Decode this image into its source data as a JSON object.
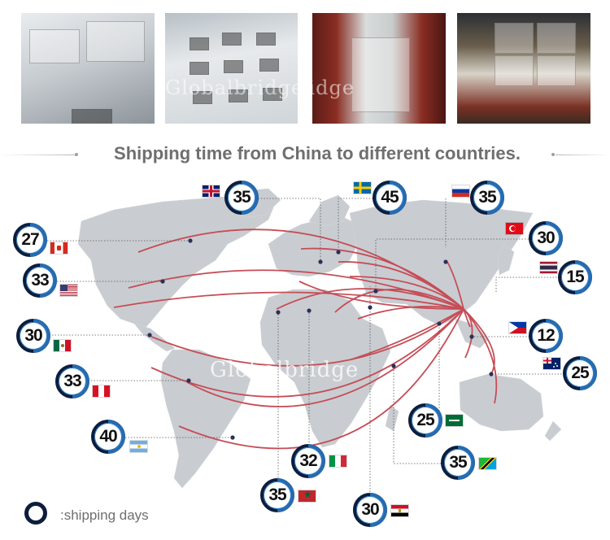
{
  "photos": [
    {
      "name": "packing-photo-1",
      "watermark": ""
    },
    {
      "name": "packing-photo-2",
      "watermark": "Globalbridge"
    },
    {
      "name": "container-photo-1",
      "watermark": "Globalbridge"
    },
    {
      "name": "container-photo-2",
      "watermark": ""
    }
  ],
  "heading": {
    "title": "Shipping time from China to different countries."
  },
  "map": {
    "watermark": "Globalbridge",
    "land_color": "#c9cdd1",
    "route_color": "#c64d57"
  },
  "destinations": [
    {
      "country": "united-kingdom",
      "flag": "flag-uk",
      "days": "35"
    },
    {
      "country": "sweden",
      "flag": "flag-se",
      "days": "45"
    },
    {
      "country": "russia",
      "flag": "flag-ru",
      "days": "35"
    },
    {
      "country": "turkey",
      "flag": "flag-tr",
      "days": "30"
    },
    {
      "country": "thailand",
      "flag": "flag-th",
      "days": "15"
    },
    {
      "country": "canada",
      "flag": "flag-ca",
      "days": "27"
    },
    {
      "country": "united-states",
      "flag": "flag-us",
      "days": "33"
    },
    {
      "country": "mexico",
      "flag": "flag-mx",
      "days": "30"
    },
    {
      "country": "peru",
      "flag": "flag-pe",
      "days": "33"
    },
    {
      "country": "argentina",
      "flag": "flag-ar",
      "days": "40"
    },
    {
      "country": "philippines",
      "flag": "flag-ph",
      "days": "12"
    },
    {
      "country": "australia",
      "flag": "flag-au",
      "days": "25"
    },
    {
      "country": "saudi-arabia",
      "flag": "flag-sa",
      "days": "25"
    },
    {
      "country": "italy",
      "flag": "flag-it",
      "days": "32"
    },
    {
      "country": "tanzania",
      "flag": "flag-tz",
      "days": "35"
    },
    {
      "country": "morocco",
      "flag": "flag-ma",
      "days": "35"
    },
    {
      "country": "egypt",
      "flag": "flag-eg",
      "days": "30"
    }
  ],
  "legend": {
    "icon": "ring-icon",
    "label": ":shipping days"
  },
  "colors": {
    "badge_ring": "#0d1d3c",
    "badge_accent": "#2f86d6",
    "heading_text": "#6f6f6f"
  }
}
